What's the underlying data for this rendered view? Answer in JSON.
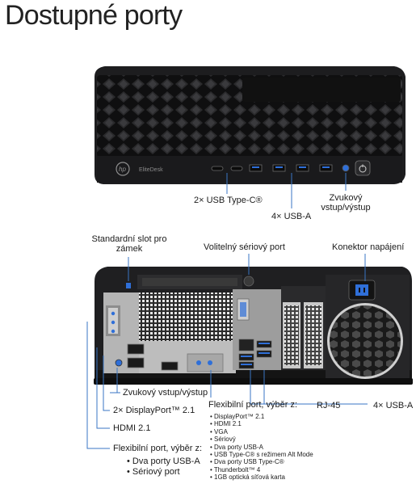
{
  "title": "Dostupné porty",
  "front": {
    "brand": "EliteDesk",
    "usb_c_label": "2× USB Type-C®",
    "usb_a_label": "4× USB-A",
    "audio_label_line1": "Zvukový",
    "audio_label_line2": "vstup/výstup"
  },
  "rear": {
    "lock_slot_line1": "Standardní slot pro",
    "lock_slot_line2": "zámek",
    "serial_optional": "Volitelný sériový port",
    "power_connector": "Konektor napájení",
    "audio": "Zvukový vstup/výstup",
    "displayport": "2× DisplayPort™ 2.1",
    "hdmi": "HDMI 2.1",
    "flex_left_title": "Flexibilní port, výběr z:",
    "flex_left_items": [
      "Dva porty USB-A",
      "Sériový port"
    ],
    "flex_right_title": "Flexibilní port, výběr z:",
    "flex_right_items": [
      "DisplayPort™ 2.1",
      "HDMI 2.1",
      "VGA",
      "Sériový",
      "Dva porty USB-A",
      "USB Type-C® s režimem Alt Mode",
      "Dva porty USB Type-C®",
      "Thunderbolt™ 4",
      "1GB optická síťová karta"
    ],
    "rj45": "RJ-45",
    "usb_a": "4× USB-A"
  },
  "colors": {
    "chassis": "#1c1c1e",
    "leader_line": "#3a76c4",
    "port_blue": "#2f6fd8",
    "metal": "#b9b9b9"
  },
  "icons": [
    "hp-logo-icon",
    "power-button-icon",
    "usb-c-port-icon",
    "usb-a-port-icon",
    "audio-jack-icon",
    "fan-grille-icon",
    "power-socket-icon"
  ]
}
